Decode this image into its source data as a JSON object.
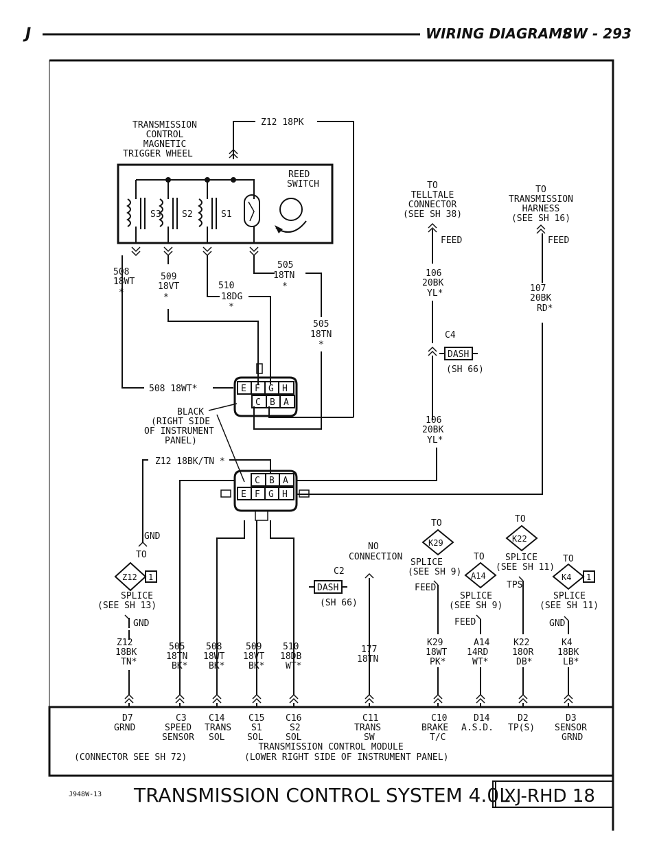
{
  "header": {
    "left_letter": "J",
    "title": "WIRING DIAGRAMS",
    "page": "8W - 293"
  },
  "footer": {
    "figure_id": "J948W-13",
    "title": "TRANSMISSION CONTROL SYSTEM 4.0L",
    "code": "XJ-RHD 18"
  },
  "trigger_wheel": {
    "label": [
      "TRANSMISSION",
      "CONTROL",
      "MAGNETIC",
      "TRIGGER WHEEL"
    ],
    "wire": "Z12 18PK",
    "reed_switch": [
      "REED",
      "SWITCH"
    ],
    "switches": [
      "S3",
      "S2",
      "S1"
    ]
  },
  "wires_upper": {
    "w508": [
      "508",
      "18WT",
      "*"
    ],
    "w509": [
      "509",
      "18VT",
      "*"
    ],
    "w510": [
      "510",
      "18DG",
      "*"
    ],
    "w505a": [
      "505",
      "18TN",
      "*"
    ],
    "w505b": [
      "505",
      "18TN",
      "*"
    ],
    "w508_horiz": "508 18WT*",
    "z12_mid": "Z12 18BK/TN *"
  },
  "connector": {
    "pins_top": [
      "E",
      "F",
      "G",
      "H"
    ],
    "pins_bottom": [
      "C",
      "B",
      "A"
    ],
    "location": [
      "BLACK",
      "(RIGHT SIDE",
      "OF INSTRUMENT",
      "PANEL)"
    ]
  },
  "telltale": {
    "to": [
      "TO",
      "TELLTALE",
      "CONNECTOR",
      "(SEE SH 38)"
    ],
    "feed": "FEED",
    "wire_a": [
      "106",
      "20BK",
      "YL*"
    ],
    "c4": "C4",
    "dash": "DASH",
    "sh": "(SH 66)",
    "wire_b": [
      "106",
      "20BK",
      "YL*"
    ]
  },
  "trans_harness": {
    "to": [
      "TO",
      "TRANSMISSION",
      "HARNESS",
      "(SEE SH 16)"
    ],
    "feed": "FEED",
    "wire": [
      "107",
      "20BK",
      "RD*"
    ]
  },
  "ground_splice": {
    "gnd_top": "GND",
    "to": "TO",
    "diamond": "Z12",
    "pin": "1",
    "splice": [
      "SPLICE",
      "(SEE SH 13)"
    ],
    "gnd_bottom": "GND"
  },
  "no_connection": {
    "text": [
      "NO",
      "CONNECTION"
    ],
    "c2": "C2",
    "dash": "DASH",
    "sh": "(SH 66)"
  },
  "splices": {
    "k29": {
      "to": "TO",
      "id": "K29",
      "splice": [
        "SPLICE",
        "(SEE SH 9)"
      ],
      "feed": "FEED"
    },
    "a14": {
      "to": "TO",
      "id": "A14",
      "splice": [
        "SPLICE",
        "(SEE SH 9)"
      ],
      "feed": "FEED"
    },
    "k22": {
      "to": "TO",
      "id": "K22",
      "splice": [
        "SPLICE",
        "(SEE SH 11)"
      ],
      "tps": "TPS"
    },
    "k4": {
      "to": "TO",
      "id": "K4",
      "pin": "1",
      "splice": [
        "SPLICE",
        "(SEE SH 11)"
      ],
      "gnd": "GND"
    }
  },
  "bottom_wires": [
    [
      "Z12",
      "18BK",
      "TN*"
    ],
    [
      "505",
      "18TN",
      "BK*"
    ],
    [
      "508",
      "18WT",
      "BK*"
    ],
    [
      "509",
      "18VT",
      "BK*"
    ],
    [
      "510",
      "18DB",
      "WT*"
    ],
    [
      "177",
      "18TN"
    ],
    [
      "K29",
      "18WT",
      "PK*"
    ],
    [
      "A14",
      "14RD",
      "WT*"
    ],
    [
      "K22",
      "18OR",
      "DB*"
    ],
    [
      "K4",
      "18BK",
      "LB*"
    ]
  ],
  "module_pins": [
    [
      "D7",
      "GRND"
    ],
    [
      "C3",
      "SPEED",
      "SENSOR"
    ],
    [
      "C14",
      "TRANS",
      "SOL"
    ],
    [
      "C15",
      "S1",
      "SOL"
    ],
    [
      "C16",
      "S2",
      "SOL"
    ],
    [
      "C11",
      "TRANS",
      "SW"
    ],
    [
      "C10",
      "BRAKE",
      "T/C"
    ],
    [
      "D14",
      "A.S.D."
    ],
    [
      "D2",
      "TP(S)"
    ],
    [
      "D3",
      "SENSOR",
      "GRND"
    ]
  ],
  "module": {
    "name": "TRANSMISSION CONTROL MODULE",
    "connector_note": "(CONNECTOR SEE SH 72)",
    "location": "(LOWER RIGHT SIDE OF INSTRUMENT PANEL)"
  }
}
